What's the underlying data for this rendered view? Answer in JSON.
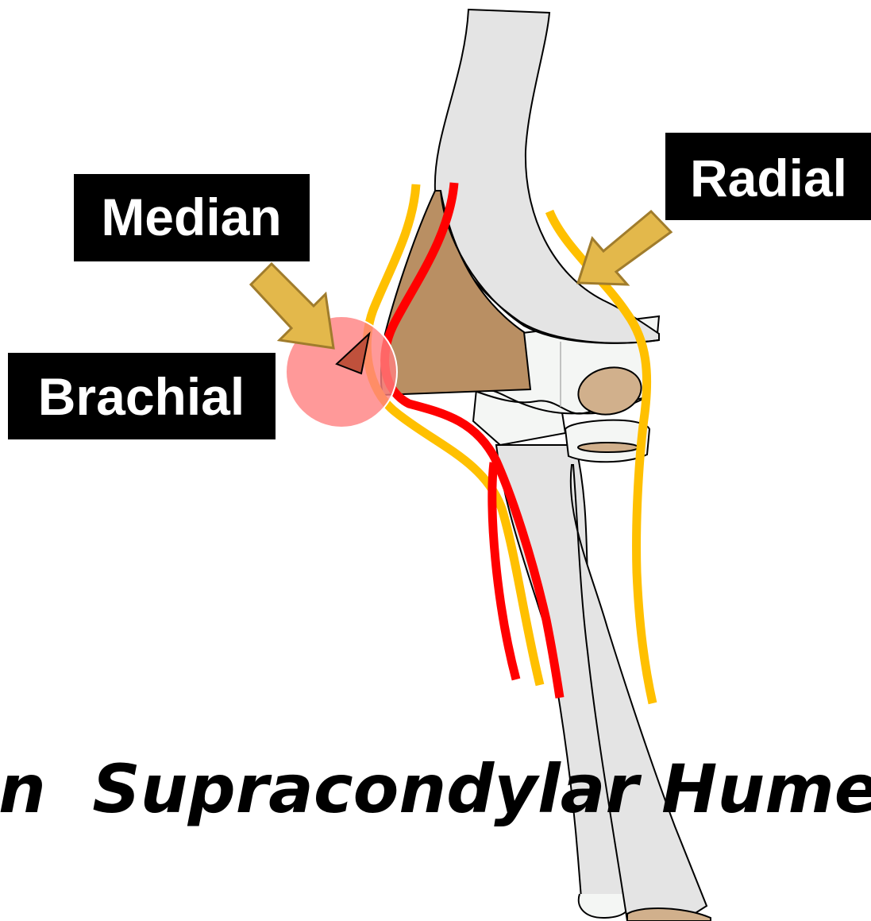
{
  "labels": {
    "median": "Median",
    "radial": "Radial",
    "brachial": "Brachial"
  },
  "title": "n  Supracondylar Humeru",
  "colors": {
    "background": "#ffffff",
    "bone_fill": "#e4e4e4",
    "bone_outline": "#000000",
    "fragment_fill": "#b98f63",
    "cartilage_fill": "#f4f6f4",
    "ossification_fill": "#d1b08c",
    "nerve": "#ffc000",
    "artery": "#ff0000",
    "arrow_fill": "#e3b84b",
    "arrow_outline": "#a07c2c",
    "highlight_circle": "#ff8080",
    "label_bg": "#000000",
    "label_text": "#ffffff"
  },
  "icons": {
    "arrows": "down-right-arrow-icon, down-left-arrow-icon"
  }
}
